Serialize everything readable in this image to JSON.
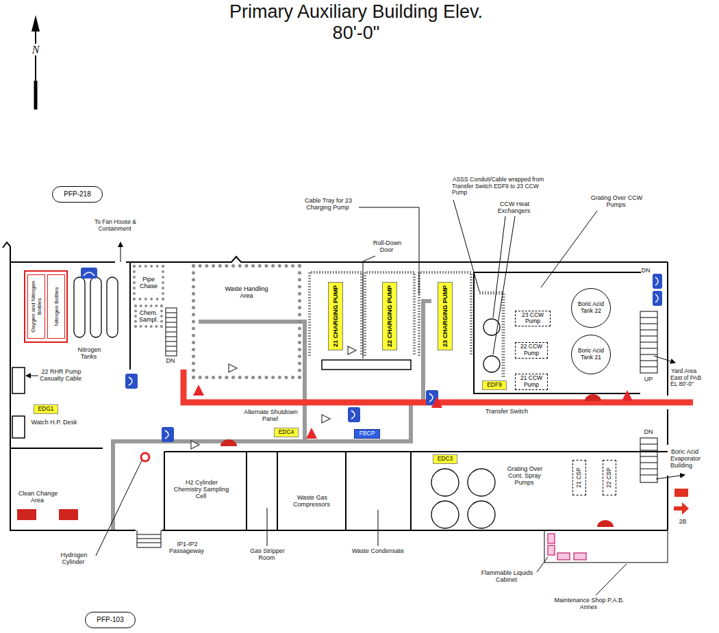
{
  "diagram": {
    "title": "Primary Auxiliary Building Elev. 80'-0\"",
    "nodes": [
      {
        "text": [
          "PFP-218"
        ]
      },
      {
        "text": [
          "PFP-103"
        ]
      },
      {
        "text": [
          "Oxygen and Nitrogen Bottles",
          "Nitrogen Bottles"
        ]
      },
      {
        "text": [
          "Pipe Chase"
        ]
      },
      {
        "text": [
          "Chem. Sampl."
        ]
      },
      {
        "text": [
          "Waste Handling Area"
        ]
      },
      {
        "text": [
          "21 CHARGING PUMP"
        ]
      },
      {
        "text": [
          "22 CHARGING PUMP"
        ]
      },
      {
        "text": [
          "23 CHARGING PUMP"
        ]
      },
      {
        "text": [
          "23 CCW Pump"
        ]
      },
      {
        "text": [
          "22 CCW Pump"
        ]
      },
      {
        "text": [
          "21 CCW Pump"
        ]
      },
      {
        "text": [
          "Boric Acid Tank 22"
        ]
      },
      {
        "text": [
          "Boric Acid Tank 21"
        ]
      },
      {
        "text": [
          "EDF9"
        ]
      },
      {
        "text": [
          "EDG1"
        ]
      },
      {
        "text": [
          "EDC4"
        ]
      },
      {
        "text": [
          "FBCP"
        ]
      },
      {
        "text": [
          "EDC3"
        ]
      },
      {
        "text": [
          "21 CSP"
        ]
      },
      {
        "text": [
          "22 CSP"
        ]
      }
    ],
    "labels": [
      "N",
      "To Fan House & Containment",
      "Nitrogen Tanks",
      "22 RHR Pump Casualty Cable",
      "Watch H.P. Desk",
      "Clean Change Area",
      "Hydrogen Cylinder",
      "IP1-IP2 Passageway",
      "Gas Stripper Room",
      "Waste Condensate",
      "H2 Cylinder Chemistry Sampling Cell",
      "Waste Gas Compressors",
      "Alternate Shutdown Panel",
      "Transfer Switch",
      "Roll-Down Door",
      "Cable Tray for 23 Charging Pump",
      "ASSS Conduit/Cable wrapped from Transfer Switch EDF9 to 23 CCW Pump",
      "CCW Heat Exchangers",
      "Grating Over CCW Pumps",
      "DN",
      "DN",
      "UP",
      "DN",
      "Yard Area East of PAB EL 80'-0\"",
      "Boric Acid Evaporator Building",
      "Grating Over Cont. Spray Pumps",
      "2B",
      "Flammable Liquids Cabinet",
      "Maintenance Shop P.A.B. Annex"
    ]
  }
}
